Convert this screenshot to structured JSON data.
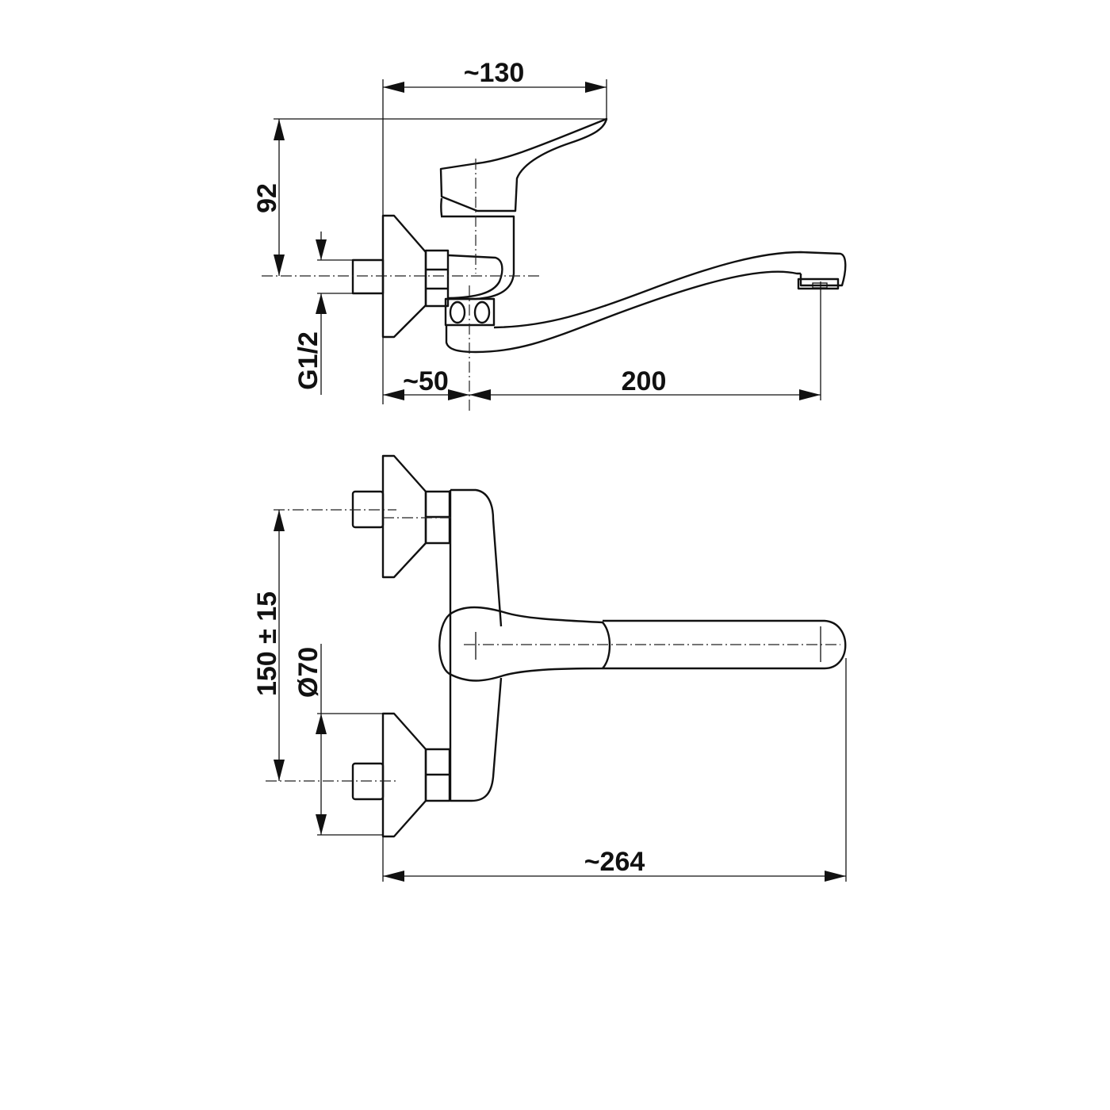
{
  "drawing": {
    "side_view": {
      "depth_label": "~130",
      "height_label": "92",
      "thread_label": "G1/2",
      "wall_offset_label": "~50",
      "spout_reach_label": "200"
    },
    "top_view": {
      "center_distance_label": "150 ± 15",
      "escutcheon_diameter_label": "Ø70",
      "overall_length_label": "~264"
    },
    "colors": {
      "line": "#111111",
      "background": "#ffffff"
    }
  }
}
